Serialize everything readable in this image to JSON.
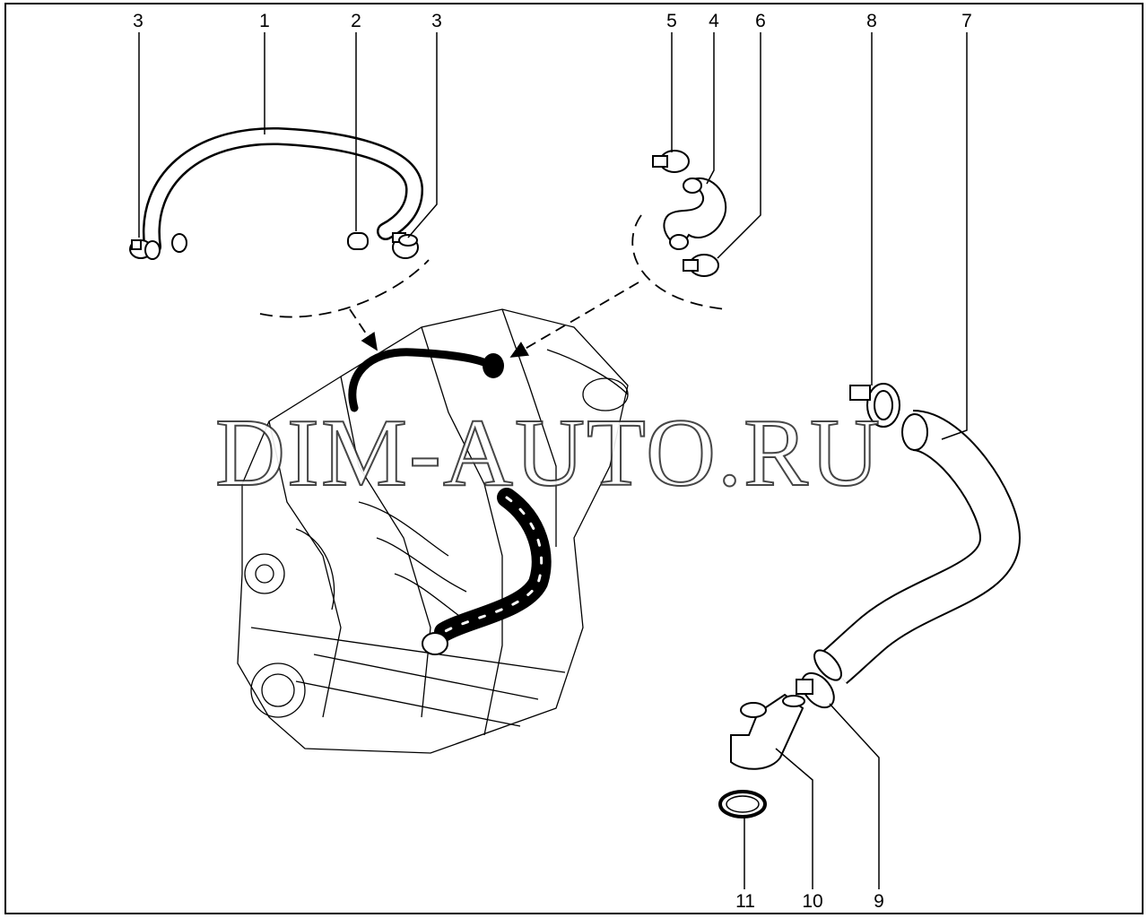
{
  "watermark": "DIM-AUTO.RU",
  "callouts": [
    "3",
    "1",
    "2",
    "3",
    "5",
    "4",
    "6",
    "8",
    "7",
    "11",
    "10",
    "9"
  ],
  "colors": {
    "line": "#000000",
    "background": "#ffffff",
    "watermark_stroke": "#333333"
  }
}
